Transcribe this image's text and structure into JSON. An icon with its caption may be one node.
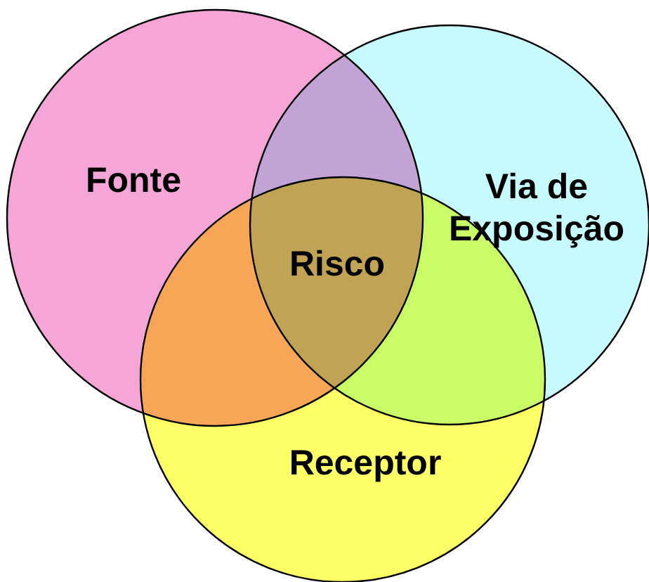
{
  "diagram": {
    "nodes": [
      {
        "text": [
          "Fonte"
        ]
      },
      {
        "text": [
          "Via de Exposição"
        ]
      },
      {
        "text": [
          "Receptor"
        ]
      }
    ],
    "labels": [
      "Risco"
    ]
  }
}
